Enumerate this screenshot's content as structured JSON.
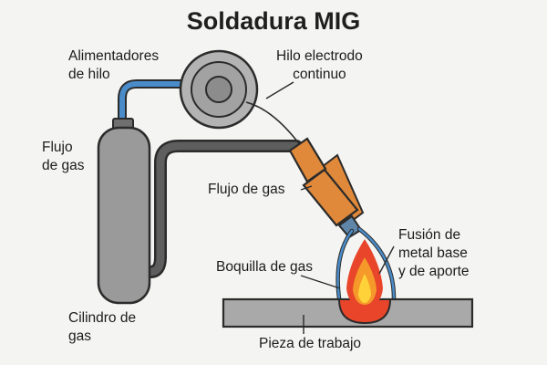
{
  "title": "Soldadura MIG",
  "labels": {
    "wire_feeder": "Alimentadores\nde hilo",
    "electrode_wire": "Hilo electrodo\ncontinuo",
    "gas_flow_left": "Flujo\nde gas",
    "gas_flow_torch": "Flujo de gas",
    "fusion": "Fusión de\nmetal base\ny de aporte",
    "gas_nozzle": "Boquilla de gas",
    "gas_cylinder": "Cilindro de\ngas",
    "workpiece": "Pieza de trabajo"
  },
  "colors": {
    "background": "#f4f4f2",
    "outline": "#2b2b2b",
    "cylinder": "#9a9a9a",
    "gas_hose": "#5e5e5e",
    "wire_hose": "#4a8cc9",
    "torch": "#e0893a",
    "workpiece": "#a9a9a9",
    "arc_outer": "#e8452a",
    "arc_mid": "#f59a2a",
    "arc_inner": "#ffd23a"
  }
}
